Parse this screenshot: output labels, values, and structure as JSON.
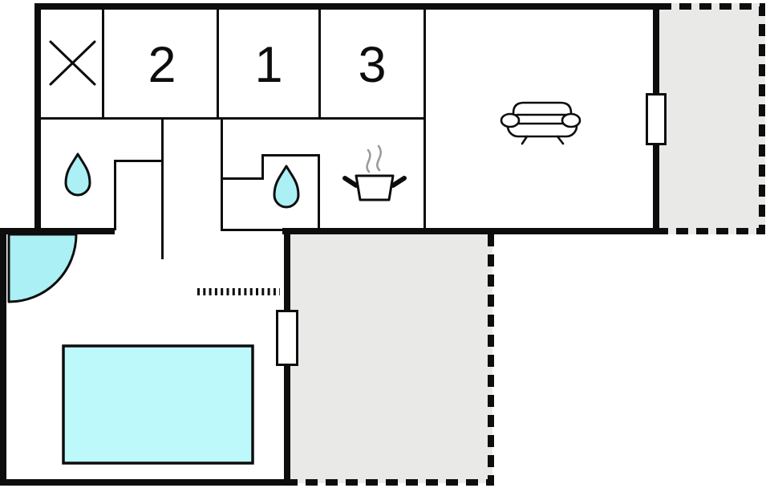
{
  "colors": {
    "background": "#ffffff",
    "wall": "#0d0d0d",
    "accent_cyan": "#aaf0f4",
    "pool_cyan": "#bdf8fa",
    "terrace_gray": "#e9e9e7",
    "steam_gray": "#9b9b9b"
  },
  "floorplan": {
    "type": "holiday-home floor plan",
    "rooms": [
      {
        "name": "storage",
        "label": "",
        "icon": "cross-icon"
      },
      {
        "name": "bedroom-2",
        "label": "2",
        "icon": ""
      },
      {
        "name": "bedroom-1",
        "label": "1",
        "icon": ""
      },
      {
        "name": "bedroom-3",
        "label": "3",
        "icon": ""
      },
      {
        "name": "bathroom-left",
        "label": "",
        "icon": "water-drop-icon"
      },
      {
        "name": "bathroom-middle",
        "label": "",
        "icon": "water-drop-icon"
      },
      {
        "name": "kitchen",
        "label": "",
        "icon": "cooking-pot-icon"
      },
      {
        "name": "living-room",
        "label": "",
        "icon": "sofa-icon"
      },
      {
        "name": "pool-room",
        "label": "",
        "icon": "pool-rectangle"
      }
    ],
    "features": [
      {
        "name": "entrance-door",
        "icon": "door-swing-icon"
      },
      {
        "name": "living-room-window",
        "icon": "window-icon"
      },
      {
        "name": "pool-room-window",
        "icon": "window-icon"
      },
      {
        "name": "terrace-upper",
        "style": "dashed-outline"
      },
      {
        "name": "terrace-lower",
        "style": "dashed-outline"
      },
      {
        "name": "boundary-marks",
        "icon": "dotted-line"
      }
    ]
  }
}
